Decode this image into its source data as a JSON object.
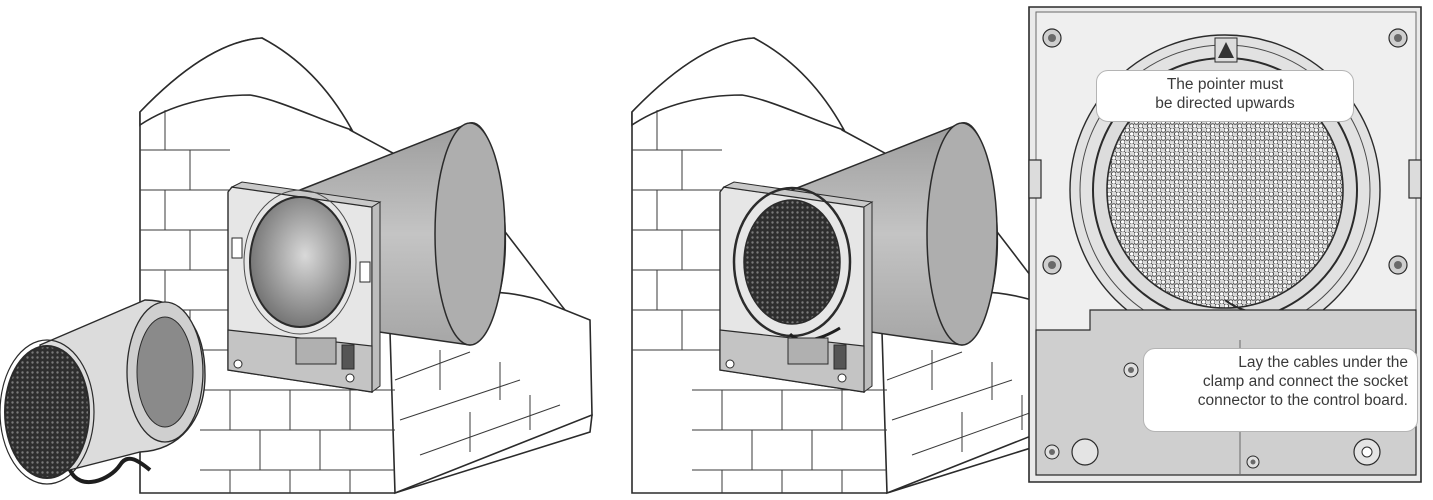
{
  "callouts": {
    "pointer": {
      "line1": "The pointer must",
      "line2": "be directed upwards"
    },
    "cables": {
      "line1": "Lay the cables under the",
      "line2": "clamp and connect the socket",
      "line3": "connector to the control board."
    }
  },
  "icons": {
    "pointer_marker": "up-triangle-icon",
    "mounting_screw": "screw-icon"
  },
  "colors": {
    "line": "#2b2b2b",
    "panel": "#ececec",
    "panel_dark": "#cfcfcf",
    "duct": "#b5b5b5",
    "grille": "#3a3a3a"
  }
}
